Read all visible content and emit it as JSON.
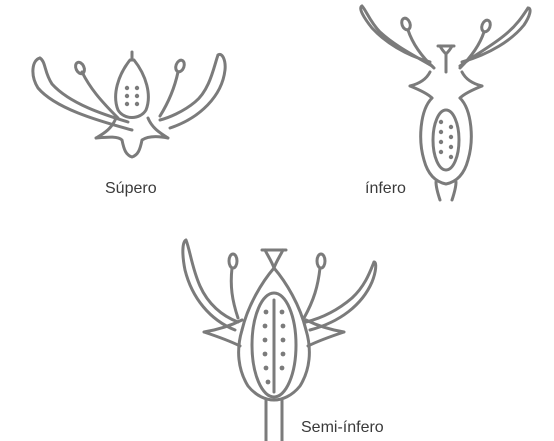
{
  "labels": {
    "supero": "Súpero",
    "infero": "ínfero",
    "semi_infero": "Semi-ínfero"
  },
  "colors": {
    "line": "#7b7b7b",
    "text": "#3a3a3a",
    "background": "#ffffff"
  }
}
